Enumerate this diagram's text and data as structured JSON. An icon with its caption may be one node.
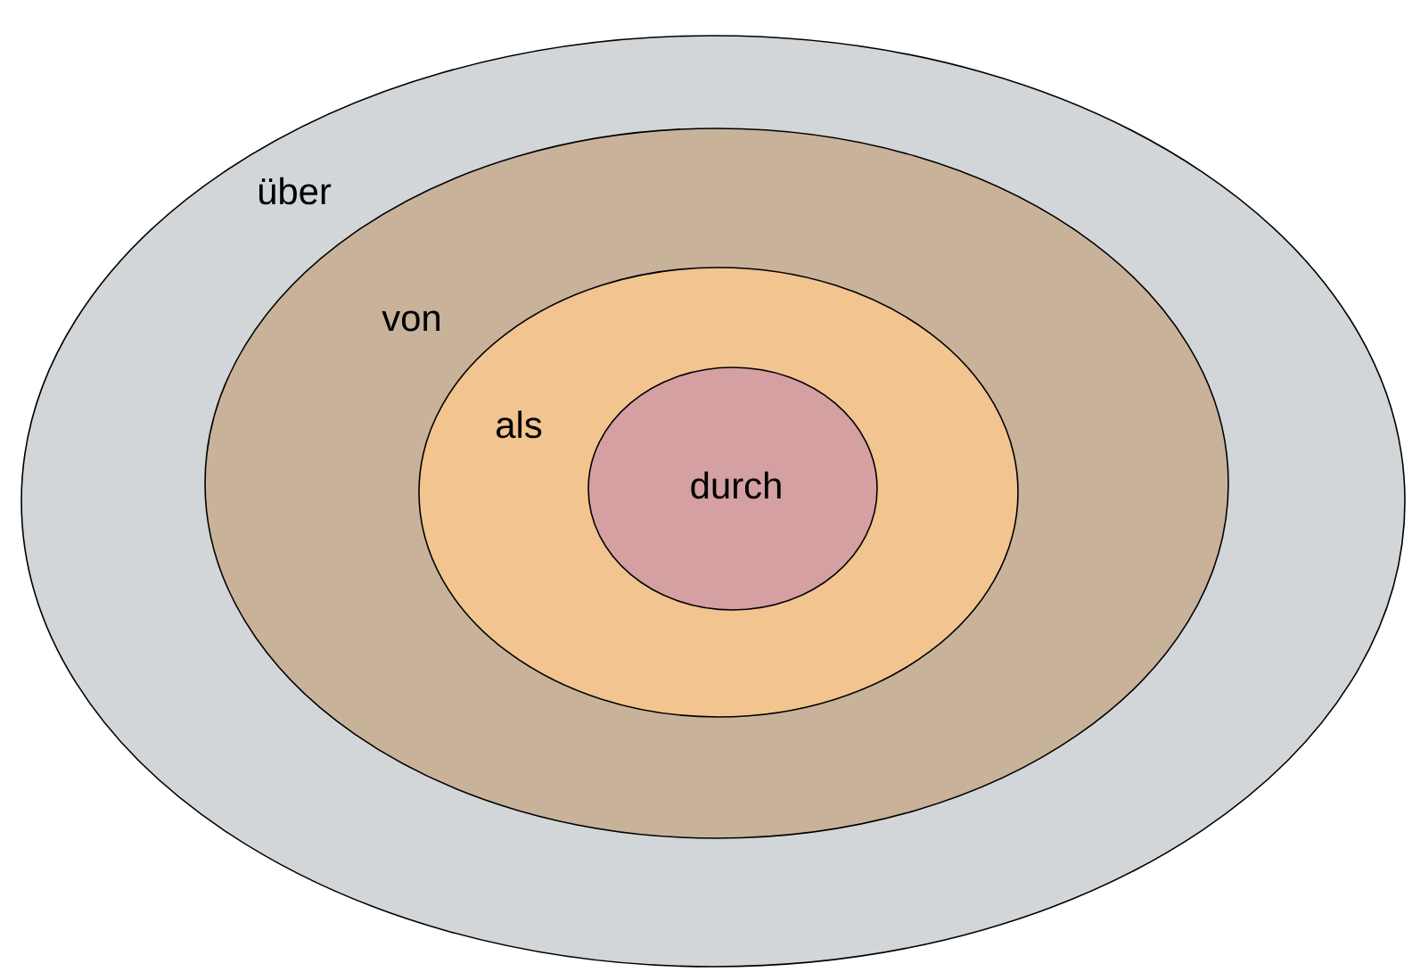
{
  "diagram": {
    "nodes": [
      {
        "text": [
          "über"
        ]
      },
      {
        "text": [
          "von"
        ],
        "in": 0
      },
      {
        "text": [
          "als"
        ],
        "in": 1
      },
      {
        "text": [
          "durch"
        ],
        "in": 2
      }
    ]
  }
}
